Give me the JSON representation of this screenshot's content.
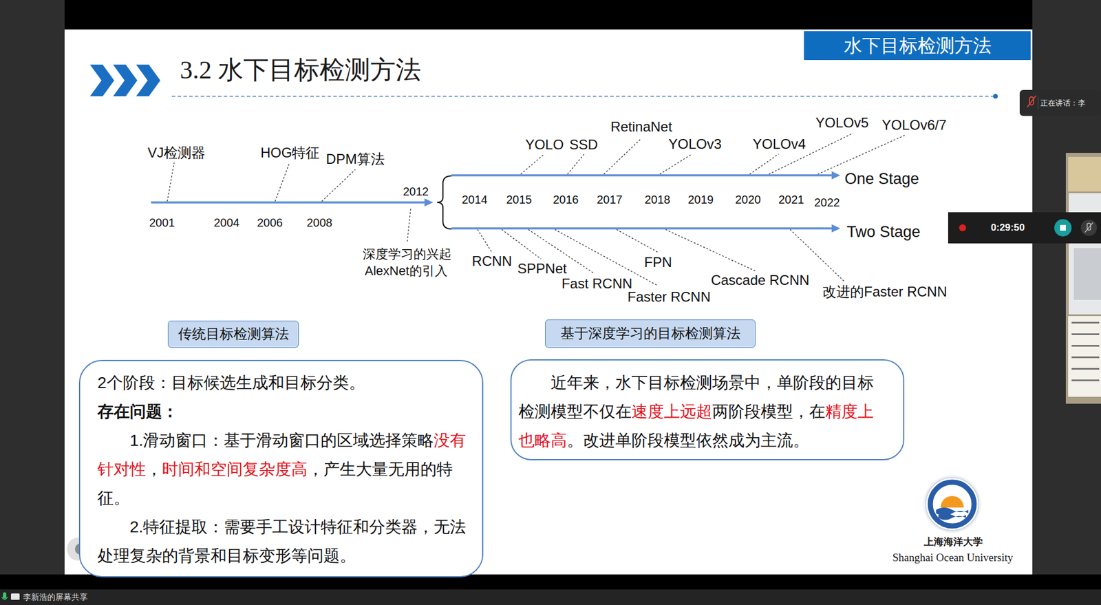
{
  "diagram": {
    "title": "3.2 水下目标检测方法",
    "nodes": [
      {
        "text": [
          "水下目标检测方法"
        ]
      },
      {
        "text": [
          "传统目标检测算法"
        ]
      },
      {
        "text": [
          "基于深度学习的目标检测算法"
        ]
      },
      {
        "text": [
          "2个阶段：目标候选生成和目标分类。",
          "存在问题：",
          "1.滑动窗口：基于滑动窗口的区域选择策略没有针对性，时间和空间复杂度高，产生大量无用的特征。",
          "2.特征提取：需要手工设计特征和分类器，无法处理复杂的背景和目标变形等问题。"
        ]
      },
      {
        "text": [
          "近年来，水下目标检测场景中，单阶段的目标检测模型不仅在速度上远超两阶段模型，在精度上也略高。改进单阶段模型依然成为主流。"
        ]
      },
      {
        "text": [
          "正在讲话：李"
        ]
      },
      {
        "text": [
          "0:29:50"
        ]
      }
    ],
    "labels": [
      "VJ检测器",
      "HOG特征",
      "DPM算法",
      "2001",
      "2004",
      "2006",
      "2008",
      "2012",
      "深度学习的兴起",
      "AlexNet的引入",
      "YOLO",
      "SSD",
      "RetinaNet",
      "YOLOv3",
      "YOLOv4",
      "YOLOv5",
      "YOLOv6/7",
      "One Stage",
      "2014",
      "2015",
      "2016",
      "2017",
      "2018",
      "2019",
      "2020",
      "2021",
      "2022",
      "Two Stage",
      "RCNN",
      "SPPNet",
      "Fast RCNN",
      "FPN",
      "Faster RCNN",
      "Cascade RCNN",
      "改进的Faster RCNN",
      "上海海洋大学",
      "Shanghai Ocean University",
      "李新浩的屏幕共享"
    ]
  }
}
